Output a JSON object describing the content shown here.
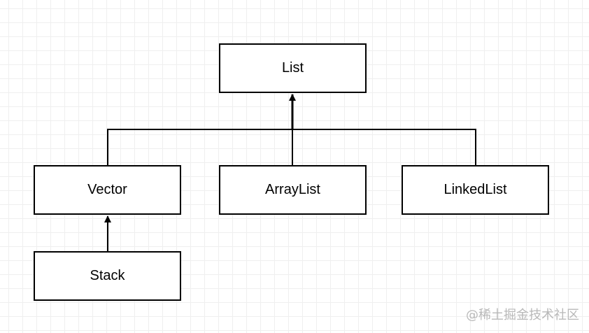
{
  "nodes": {
    "list": "List",
    "vector": "Vector",
    "arraylist": "ArrayList",
    "linkedlist": "LinkedList",
    "stack": "Stack"
  },
  "edges": [
    {
      "from": "vector",
      "to": "list"
    },
    {
      "from": "arraylist",
      "to": "list"
    },
    {
      "from": "linkedlist",
      "to": "list"
    },
    {
      "from": "stack",
      "to": "vector"
    }
  ],
  "watermark": "@稀土掘金技术社区",
  "colors": {
    "stroke": "#000000",
    "grid": "#efefef",
    "watermark": "#b8b8b8"
  }
}
